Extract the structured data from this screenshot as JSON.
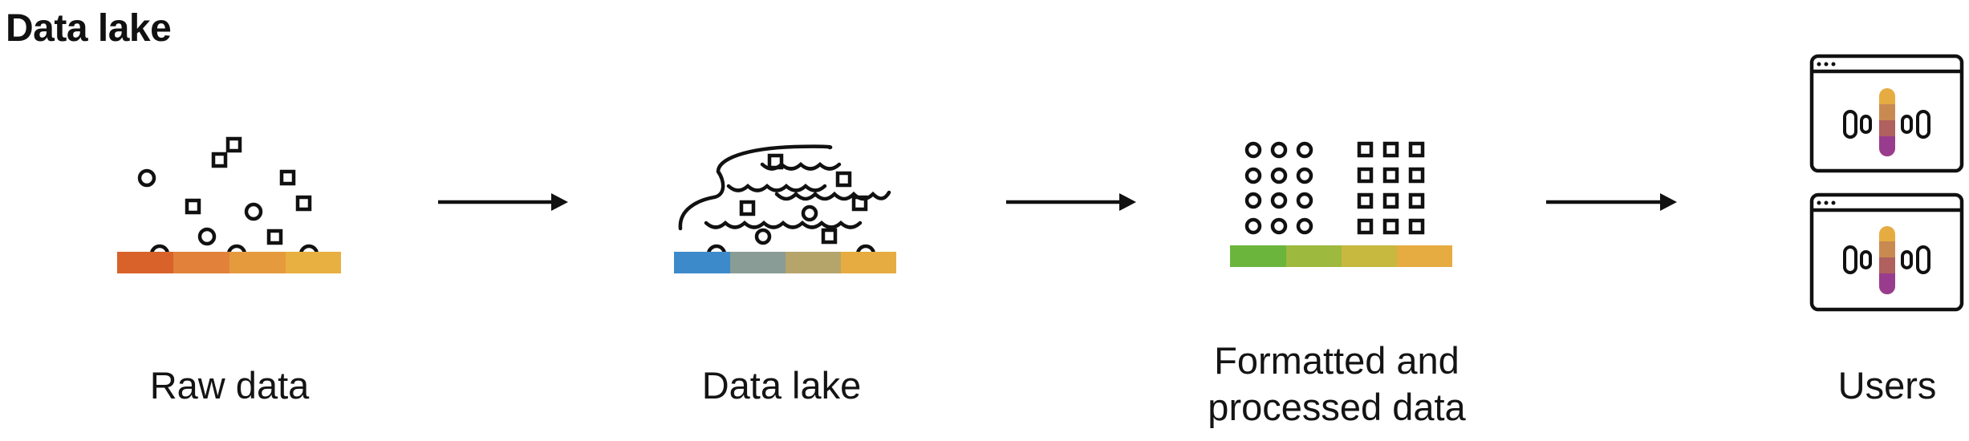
{
  "title": "Data lake",
  "steps": [
    {
      "label": "Raw data",
      "icon": "scattered-shapes-icon"
    },
    {
      "label": "Data lake",
      "icon": "lake-waves-icon"
    },
    {
      "label": "Formatted and\nprocessed data",
      "icon": "ordered-grid-icon"
    },
    {
      "label": "Users",
      "icon": "browser-window-icon"
    }
  ],
  "colors": {
    "stroke": "#111111",
    "raw_bar": [
      "#d9622a",
      "#e2823a",
      "#e69a3e",
      "#e8b040"
    ],
    "lake_bar": [
      "#3d8acb",
      "#8a9c96",
      "#b5a56b",
      "#e6ac42"
    ],
    "processed_bar": [
      "#6bb53c",
      "#9db93e",
      "#c7b83f",
      "#e6ac42"
    ],
    "users_pill": [
      "#e6ac42",
      "#c98a52",
      "#b0605e",
      "#9a3c8e"
    ]
  }
}
